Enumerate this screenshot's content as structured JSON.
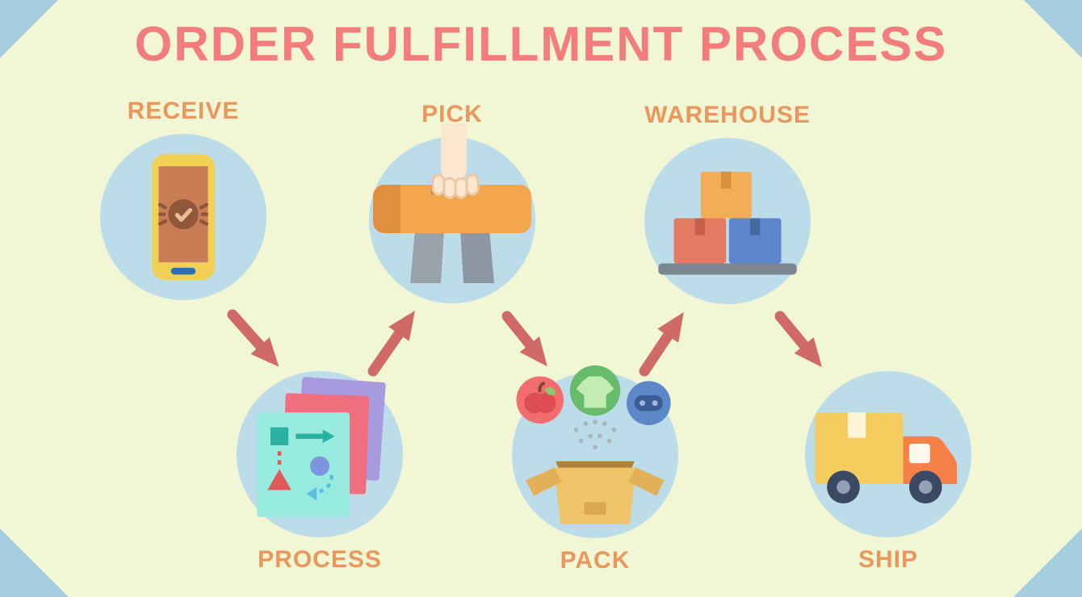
{
  "title": "ORDER FULFILLMENT PROCESS",
  "colors": {
    "background": "#f1f6d4",
    "corner_triangle": "#a6cddd",
    "title_text": "#f37c7c",
    "label_text": "#e9975d",
    "circle_bg": "#bddcea",
    "arrow": "#d06a66"
  },
  "steps": [
    {
      "id": "receive",
      "label": "RECEIVE",
      "row": "top",
      "icon": "smartphone-order-received-icon"
    },
    {
      "id": "pick",
      "label": "PICK",
      "row": "top",
      "icon": "hand-picking-package-icon"
    },
    {
      "id": "warehouse",
      "label": "WAREHOUSE",
      "row": "top",
      "icon": "stacked-warehouse-boxes-icon"
    },
    {
      "id": "process",
      "label": "PROCESS",
      "row": "bottom",
      "icon": "flowchart-documents-icon"
    },
    {
      "id": "pack",
      "label": "PACK",
      "row": "bottom",
      "icon": "open-box-with-items-icon"
    },
    {
      "id": "ship",
      "label": "SHIP",
      "row": "bottom",
      "icon": "delivery-truck-icon"
    }
  ],
  "arrows": [
    {
      "from": "RECEIVE",
      "to": "PROCESS",
      "direction": "down-right"
    },
    {
      "from": "PROCESS",
      "to": "PICK",
      "direction": "up-right"
    },
    {
      "from": "PICK",
      "to": "PACK",
      "direction": "down-right"
    },
    {
      "from": "PACK",
      "to": "WAREHOUSE",
      "direction": "up-right"
    },
    {
      "from": "WAREHOUSE",
      "to": "SHIP",
      "direction": "down-right"
    }
  ]
}
